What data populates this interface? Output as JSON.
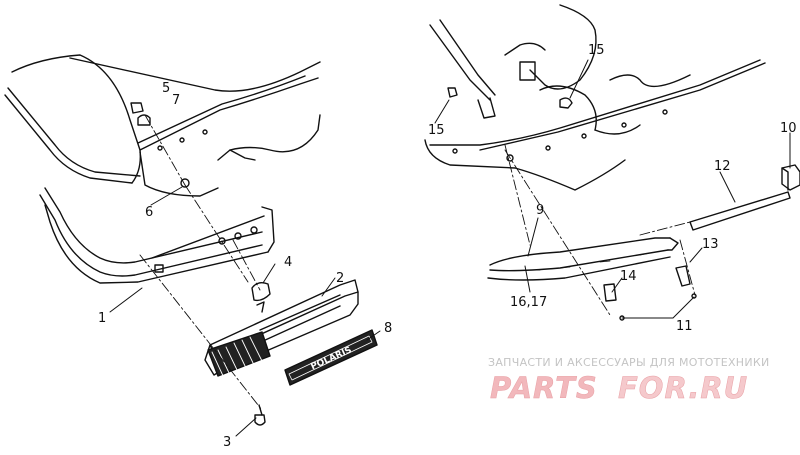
{
  "callouts": {
    "c1": "1",
    "c2": "2",
    "c3": "3",
    "c4": "4",
    "c5": "5",
    "c6": "6",
    "c7": "7",
    "c8": "8",
    "c9": "9",
    "c10": "10",
    "c11": "11",
    "c12": "12",
    "c13": "13",
    "c14": "14",
    "c15a": "15",
    "c15b": "15",
    "c1617": "16,17"
  },
  "emblem_text": "POLARIS",
  "watermark": {
    "tagline": "ЗАПЧАСТИ И АКСЕССУАРЫ ДЛЯ МОТОТЕХНИКИ",
    "logo_left": "PARTS",
    "logo_right": "FOR.RU",
    "logo_left_color": "#f2b8bc",
    "logo_right_color": "#f5c9cc"
  }
}
